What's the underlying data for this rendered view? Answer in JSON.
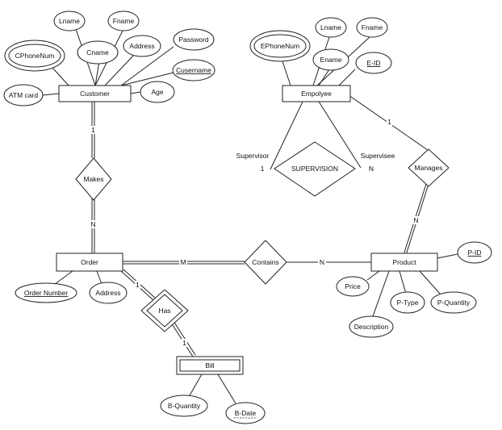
{
  "entities": {
    "customer": "Customer",
    "employee": "Empolyee",
    "order": "Order",
    "product": "Product",
    "bill": "Bill"
  },
  "relationships": {
    "makes": "Makes",
    "contains": "Contains",
    "has": "Has",
    "manages": "Manages",
    "supervision": "SUPERVISION"
  },
  "attributes": {
    "customer": {
      "lname": "Lname",
      "fname": "Fname",
      "cname": "Cname",
      "address": "Address",
      "password": "Password",
      "cphonenum": "CPhoneNum",
      "cusername": "Cusername",
      "atm_card": "ATM card",
      "age": "Age"
    },
    "employee": {
      "lname": "Lname",
      "fname": "Fname",
      "ephonenum": "EPhoneNum",
      "ename": "Ename",
      "eid": "E-ID"
    },
    "order": {
      "order_number": "Order Number",
      "address": "Address"
    },
    "product": {
      "pid": "P-ID",
      "price": "Price",
      "ptype": "P-Type",
      "pquantity": "P-Quantity",
      "description": "Description"
    },
    "bill": {
      "bquantity": "B-Quantity",
      "bdate": "B-Date"
    }
  },
  "cardinalities": {
    "makes_customer": "1",
    "makes_order": "N",
    "contains_order": "M",
    "contains_product": "N",
    "has_order": "1",
    "has_bill": "1",
    "manages_employee": "1",
    "manages_product": "N",
    "supervision_left": "1",
    "supervision_right": "N"
  },
  "roles": {
    "supervisor": "Supervisor",
    "supervisee": "Supervisee"
  }
}
